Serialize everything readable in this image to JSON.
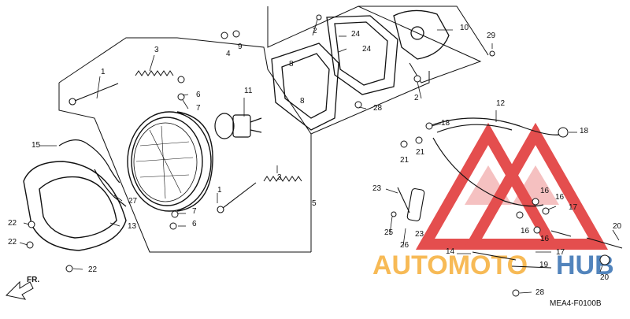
{
  "diagram": {
    "code": "MEA4-F0100B",
    "orientation_label": "FR.",
    "parts": [
      {
        "id": "p1",
        "label": "1"
      },
      {
        "id": "p1b",
        "label": "1"
      },
      {
        "id": "p2",
        "label": "2"
      },
      {
        "id": "p2b",
        "label": "2"
      },
      {
        "id": "p3",
        "label": "3"
      },
      {
        "id": "p3b",
        "label": "3"
      },
      {
        "id": "p4",
        "label": "4"
      },
      {
        "id": "p5",
        "label": "5"
      },
      {
        "id": "p6",
        "label": "6"
      },
      {
        "id": "p6b",
        "label": "6"
      },
      {
        "id": "p7",
        "label": "7"
      },
      {
        "id": "p7b",
        "label": "7"
      },
      {
        "id": "p8",
        "label": "8"
      },
      {
        "id": "p8b",
        "label": "8"
      },
      {
        "id": "p9",
        "label": "9"
      },
      {
        "id": "p10",
        "label": "10"
      },
      {
        "id": "p11",
        "label": "11"
      },
      {
        "id": "p12",
        "label": "12"
      },
      {
        "id": "p13",
        "label": "13"
      },
      {
        "id": "p14",
        "label": "14"
      },
      {
        "id": "p15",
        "label": "15"
      },
      {
        "id": "p16",
        "label": "16"
      },
      {
        "id": "p16b",
        "label": "16"
      },
      {
        "id": "p16c",
        "label": "16"
      },
      {
        "id": "p16d",
        "label": "16"
      },
      {
        "id": "p17",
        "label": "17"
      },
      {
        "id": "p17b",
        "label": "17"
      },
      {
        "id": "p18",
        "label": "18"
      },
      {
        "id": "p18b",
        "label": "18"
      },
      {
        "id": "p19",
        "label": "19"
      },
      {
        "id": "p20",
        "label": "20"
      },
      {
        "id": "p20b",
        "label": "20"
      },
      {
        "id": "p21",
        "label": "21"
      },
      {
        "id": "p21b",
        "label": "21"
      },
      {
        "id": "p22",
        "label": "22"
      },
      {
        "id": "p22b",
        "label": "22"
      },
      {
        "id": "p22c",
        "label": "22"
      },
      {
        "id": "p23",
        "label": "23"
      },
      {
        "id": "p23b",
        "label": "23"
      },
      {
        "id": "p24",
        "label": "24"
      },
      {
        "id": "p24b",
        "label": "24"
      },
      {
        "id": "p25",
        "label": "25"
      },
      {
        "id": "p26",
        "label": "26"
      },
      {
        "id": "p27",
        "label": "27"
      },
      {
        "id": "p28",
        "label": "28"
      },
      {
        "id": "p28b",
        "label": "28"
      },
      {
        "id": "p29",
        "label": "29"
      }
    ]
  },
  "watermark": {
    "text_orange": "AUTOMOTO",
    "text_blue": "HUB",
    "orange": "#f5a623",
    "blue": "#1f5fa8",
    "red": "#e03030"
  }
}
